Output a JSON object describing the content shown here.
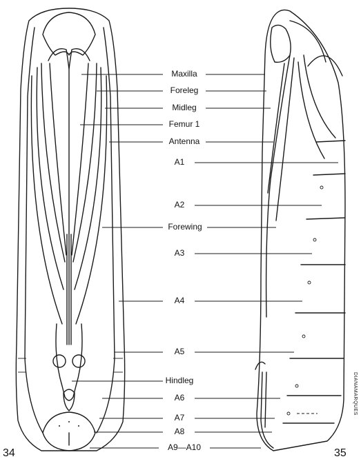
{
  "figure_numbers": {
    "left": "34",
    "right": "35"
  },
  "signature": "DIANAMARQUES",
  "labels": {
    "maxilla": "Maxilla",
    "foreleg": "Foreleg",
    "midleg": "Midleg",
    "femur1": "Femur 1",
    "antenna": "Antenna",
    "a1": "A1",
    "a2": "A2",
    "forewing": "Forewing",
    "a3": "A3",
    "a4": "A4",
    "a5": "A5",
    "hindleg": "Hindleg",
    "a6": "A6",
    "a7": "A7",
    "a8": "A8",
    "a9a10": "A9—A10"
  }
}
